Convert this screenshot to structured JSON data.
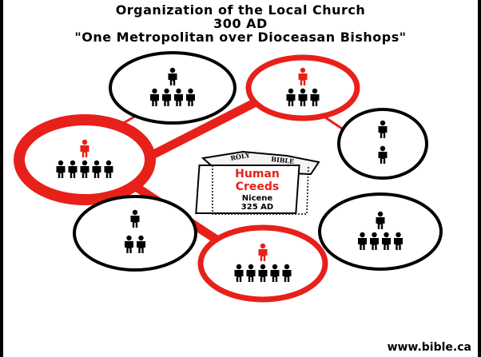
{
  "title": {
    "line1": "Organization of the Local Church",
    "line2": "300 AD",
    "line3": "\"One Metropolitan over Dioceasan Bishops\""
  },
  "book": {
    "cover_text_left": "ROLY",
    "cover_text_right": "BIBLE",
    "label_line1": "Human",
    "label_line2": "Creeds",
    "label_line3": "Nicene",
    "label_line4": "325 AD"
  },
  "footer": "www.bible.ca",
  "colors": {
    "metropolitan": "#e8201a",
    "bishop": "#000000",
    "background": "#ffffff",
    "book_label": "#e8201a"
  },
  "churches": [
    {
      "id": "top-left",
      "leader": "black",
      "leaders": 1,
      "members": 4,
      "metropolitan": false
    },
    {
      "id": "top-center",
      "leader": "red",
      "leaders": 1,
      "members": 3,
      "metropolitan": false
    },
    {
      "id": "left",
      "leader": "red",
      "leaders": 1,
      "members": 5,
      "metropolitan": true
    },
    {
      "id": "right-upper",
      "leader": "black",
      "leaders": 1,
      "members": 1,
      "metropolitan": false
    },
    {
      "id": "bottom-left",
      "leader": "black",
      "leaders": 1,
      "members": 2,
      "metropolitan": false
    },
    {
      "id": "bottom-center",
      "leader": "red",
      "leaders": 1,
      "members": 5,
      "metropolitan": false
    },
    {
      "id": "right-lower",
      "leader": "black",
      "leaders": 1,
      "members": 4,
      "metropolitan": false
    }
  ]
}
